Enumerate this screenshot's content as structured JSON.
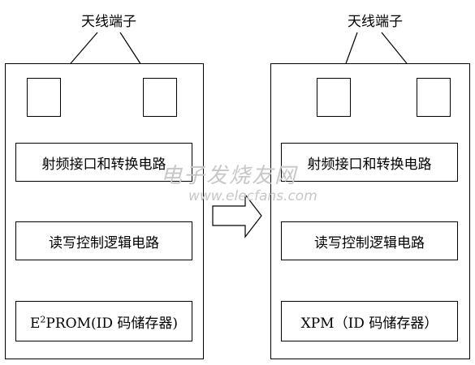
{
  "left_tag": {
    "antenna_label": "天线端子",
    "rf_circuit": "射频接口和转换电路",
    "rw_logic": "读写控制逻辑电路",
    "memory_prefix": "E",
    "memory_sup": "2",
    "memory_rest": "PROM(ID 码储存器)"
  },
  "right_tag": {
    "antenna_label": "天线端子",
    "rf_circuit": "射频接口和转换电路",
    "rw_logic": "读写控制逻辑电路",
    "memory": "XPM（ID 码储存器）"
  },
  "watermark": {
    "cn": "电子发烧友网",
    "url": "www.elecfans.com"
  },
  "colors": {
    "line": "#000000",
    "watermark": "#c7c7c7"
  }
}
